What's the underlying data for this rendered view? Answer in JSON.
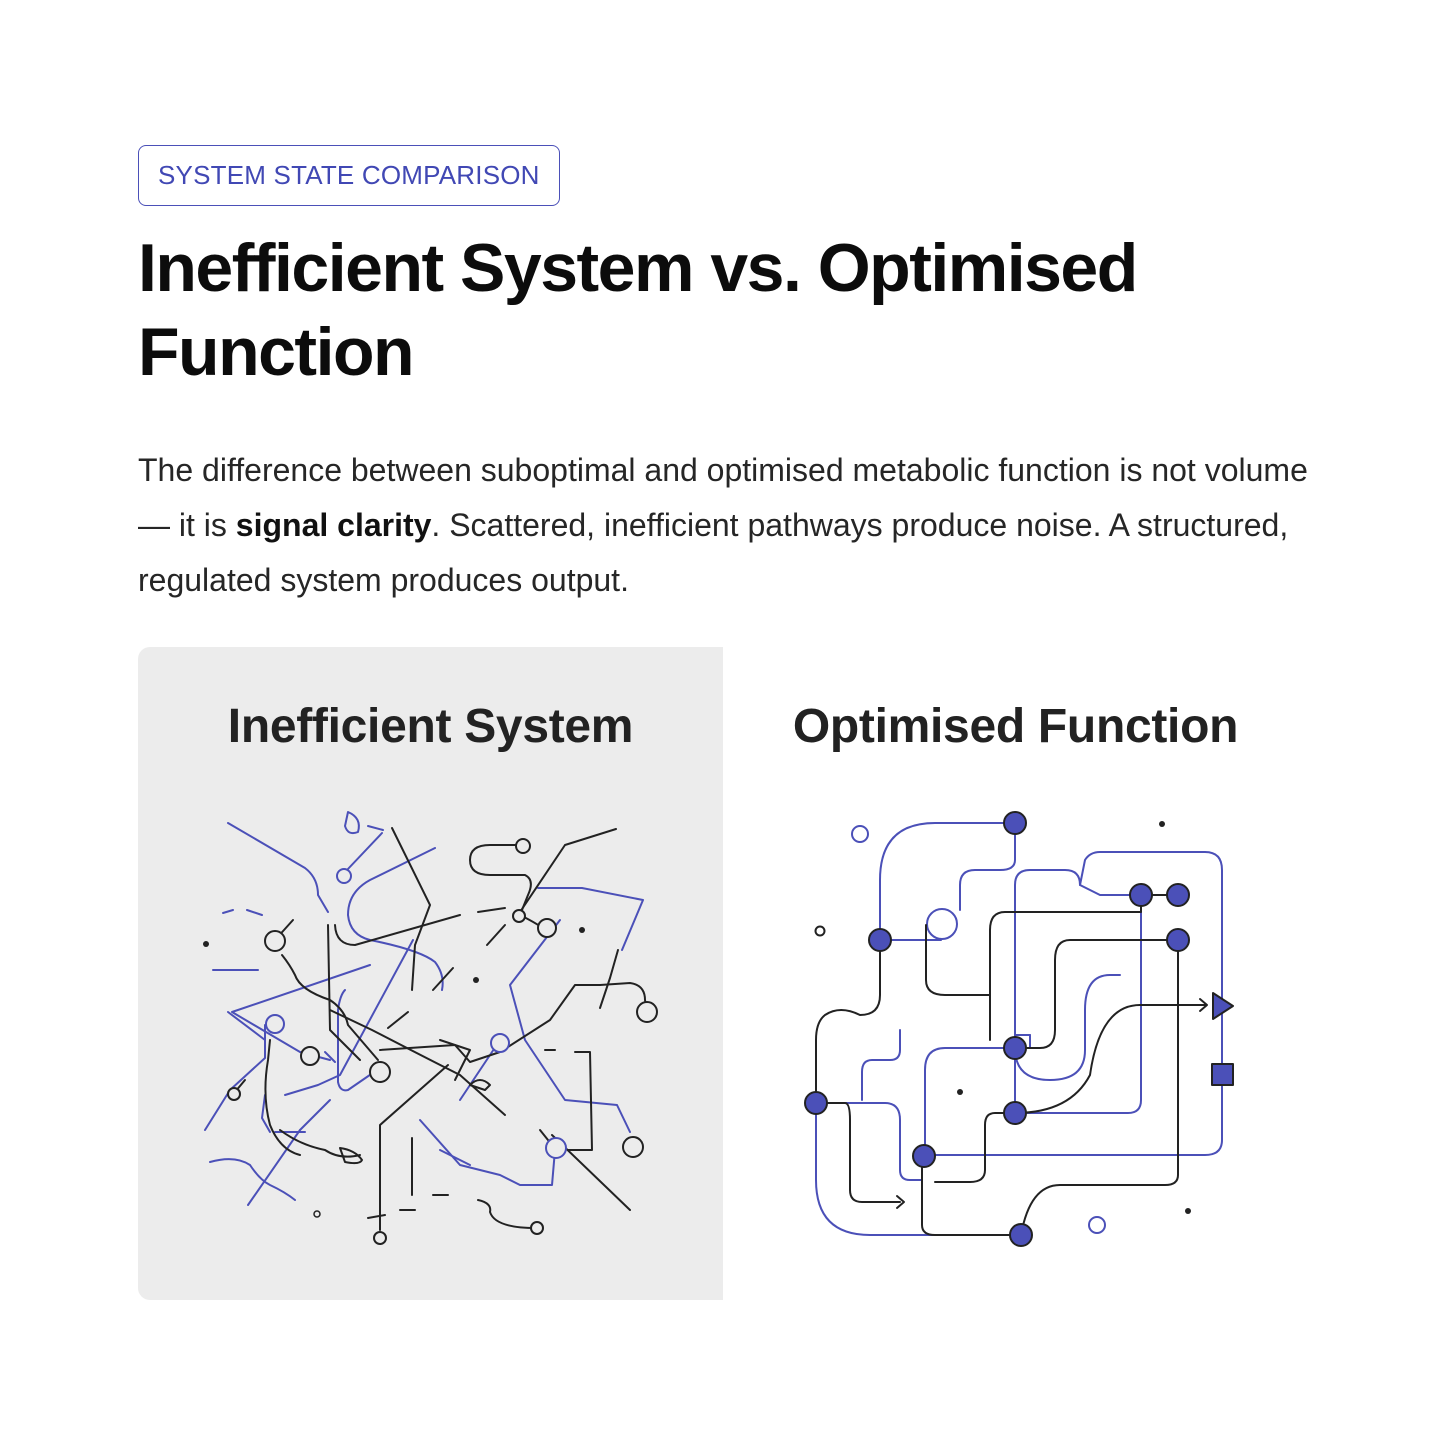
{
  "badge": "SYSTEM STATE COMPARISON",
  "title": "Inefficient System vs. Optimised Function",
  "intro": {
    "before": "The difference between suboptimal and optimised metabolic function is not volume — it is ",
    "emphasis": "signal clarity",
    "after": ". Scattered, inefficient pathways produce noise. A structured, regulated system produces output."
  },
  "panels": {
    "left": {
      "title": "Inefficient System"
    },
    "right": {
      "title": "Optimised Function"
    }
  },
  "colors": {
    "accent": "#4b50b8",
    "ink": "#222222",
    "panel_bg": "#ececec"
  }
}
